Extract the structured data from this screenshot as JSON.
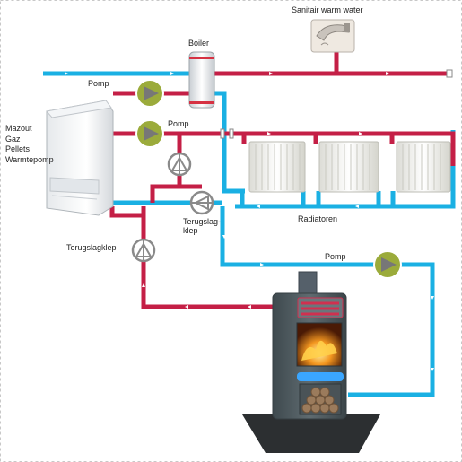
{
  "labels": {
    "sanitair": "Sanitair warm water",
    "boiler": "Boiler",
    "pomp_top": "Pomp",
    "pomp_mid": "Pomp",
    "pomp_stove": "Pomp",
    "radiatoren": "Radiatoren",
    "terugslagklep_left": "Terugslagklep",
    "terugslagklep_center": [
      "Terugslag-",
      "klep"
    ],
    "heat_sources": [
      "Mazout",
      "Gaz",
      "Pellets",
      "Warmtepomp"
    ]
  },
  "colors": {
    "hot_pipe": "#c41f46",
    "cold_pipe": "#1ab0e3",
    "pump": "#9bab3b",
    "valve": "#8a8a8a",
    "stove_body": "#4d5a5f",
    "fire": "#f08a1e",
    "glow_blue": "#3aa6ff"
  },
  "icons": [
    "pump-icon",
    "check-valve-icon",
    "faucet-icon",
    "boiler-tank-icon",
    "radiator-icon",
    "wood-stove-icon",
    "flow-arrow-icon"
  ]
}
